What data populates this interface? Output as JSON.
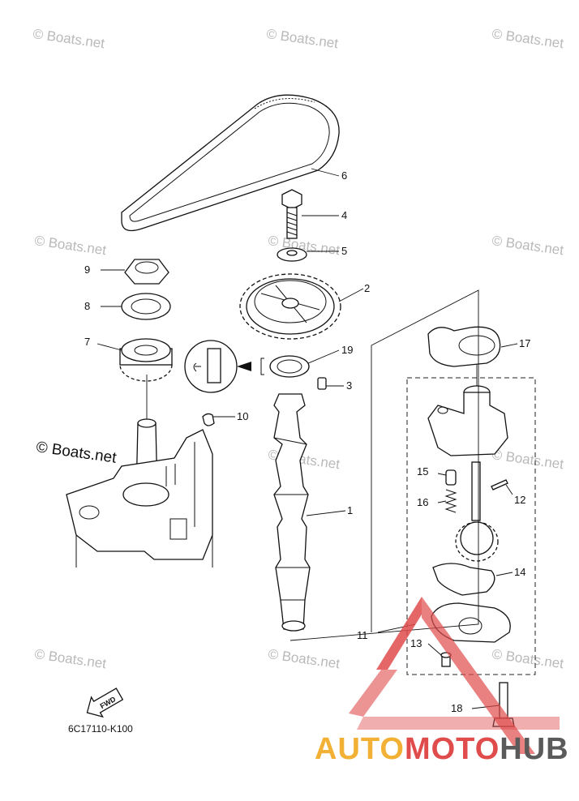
{
  "diagram": {
    "part_code": "6C17110-K100",
    "fwd_label": "FWD",
    "watermark_text": "© Boats.net",
    "watermark_large": "© Boats.net",
    "callouts": [
      "1",
      "2",
      "3",
      "4",
      "5",
      "6",
      "7",
      "8",
      "9",
      "10",
      "11",
      "12",
      "13",
      "14",
      "15",
      "16",
      "17",
      "18",
      "19"
    ]
  },
  "logo": {
    "part1": "AUTO",
    "part2": "MOTO",
    "part3": "HUB",
    "colors": {
      "auto": "#f2b134",
      "moto": "#e04b4b",
      "hub": "#5a5a5a",
      "triangle": "#e04b4b"
    }
  }
}
